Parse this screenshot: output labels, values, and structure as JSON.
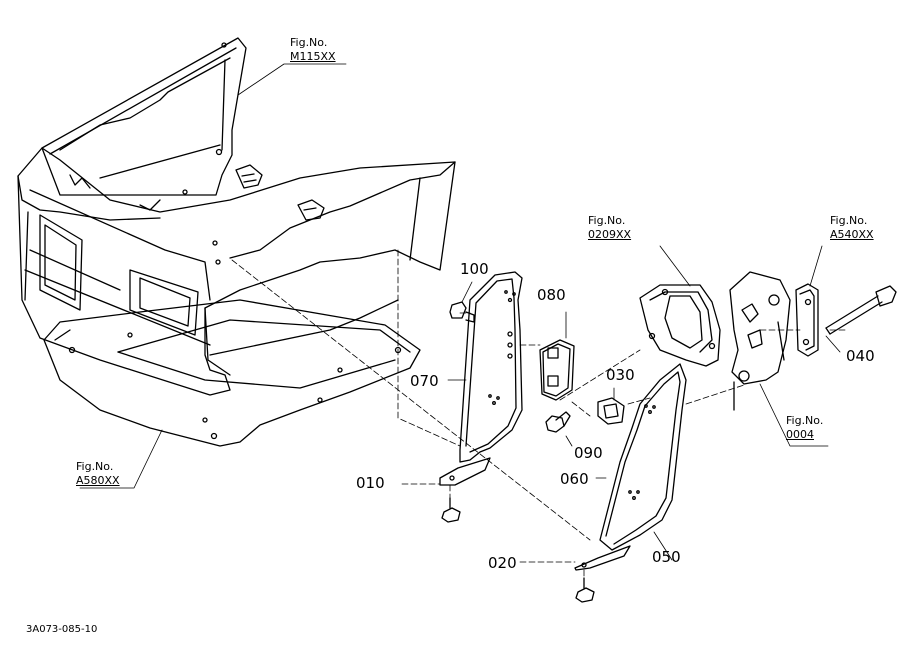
{
  "parts": {
    "p010": "010",
    "p020": "020",
    "p030": "030",
    "p040": "040",
    "p050": "050",
    "p060": "060",
    "p070": "070",
    "p080": "080",
    "p090": "090",
    "p100": "100"
  },
  "figrefs": {
    "fig_label": "Fig.No.",
    "m115": "M115XX",
    "r0209": "0209XX",
    "a540": "A540XX",
    "r0004": "0004",
    "a580": "A580XX"
  },
  "drawing_code": "3A073-085-10"
}
